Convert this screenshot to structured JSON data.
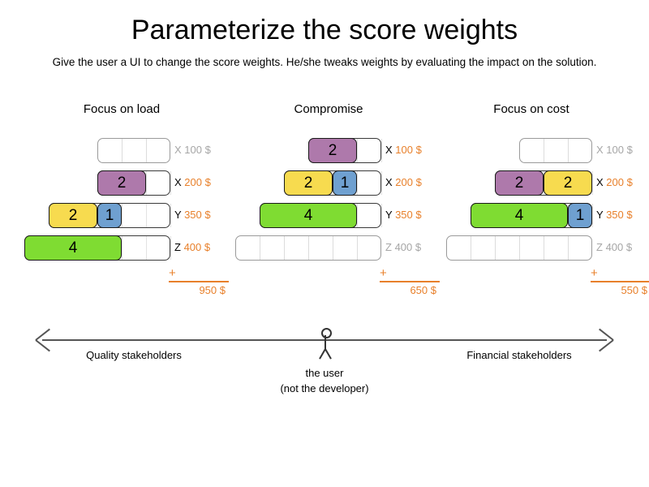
{
  "header": {
    "title": "Parameterize the score weights",
    "subtitle": "Give the user a UI to change the score weights. He/she tweaks weights by evaluating the impact on the solution."
  },
  "colors": {
    "purple": "#AE79AB",
    "yellow": "#F7DB4F",
    "blue": "#6FA0D0",
    "green": "#7FDC32",
    "orange": "#E8802B",
    "dim": "#a6a6a6",
    "track_border": "#3a3a3a",
    "axis": "#555555"
  },
  "columns": [
    {
      "heading": "Focus on load",
      "rows": [
        {
          "letter": "X",
          "price": "100 $",
          "dim": true,
          "cells": 3,
          "segments": []
        },
        {
          "letter": "X",
          "price": "200 $",
          "dim": false,
          "cells": 3,
          "segments": [
            {
              "value": "2",
              "span": 2,
              "color": "purple"
            }
          ]
        },
        {
          "letter": "Y",
          "price": "350 $",
          "dim": false,
          "cells": 5,
          "segments": [
            {
              "value": "2",
              "span": 2,
              "color": "yellow"
            },
            {
              "value": "1",
              "span": 1,
              "color": "blue"
            }
          ]
        },
        {
          "letter": "Z",
          "price": "400 $",
          "dim": false,
          "cells": 6,
          "segments": [
            {
              "value": "4",
              "span": 4,
              "color": "green"
            }
          ]
        }
      ],
      "sum_sign": "+",
      "sum_total": "950 $"
    },
    {
      "heading": "Compromise",
      "rows": [
        {
          "letter": "X",
          "price": "100 $",
          "dim": false,
          "cells": 3,
          "segments": [
            {
              "value": "2",
              "span": 2,
              "color": "purple"
            }
          ]
        },
        {
          "letter": "X",
          "price": "200 $",
          "dim": false,
          "cells": 4,
          "segments": [
            {
              "value": "2",
              "span": 2,
              "color": "yellow"
            },
            {
              "value": "1",
              "span": 1,
              "color": "blue"
            }
          ]
        },
        {
          "letter": "Y",
          "price": "350 $",
          "dim": false,
          "cells": 5,
          "segments": [
            {
              "value": "4",
              "span": 4,
              "color": "green"
            }
          ]
        },
        {
          "letter": "Z",
          "price": "400 $",
          "dim": true,
          "cells": 6,
          "segments": []
        }
      ],
      "sum_sign": "+",
      "sum_total": "650 $"
    },
    {
      "heading": "Focus on cost",
      "rows": [
        {
          "letter": "X",
          "price": "100 $",
          "dim": true,
          "cells": 3,
          "segments": []
        },
        {
          "letter": "X",
          "price": "200 $",
          "dim": false,
          "cells": 4,
          "segments": [
            {
              "value": "2",
              "span": 2,
              "color": "purple"
            },
            {
              "value": "2",
              "span": 2,
              "color": "yellow"
            }
          ]
        },
        {
          "letter": "Y",
          "price": "350 $",
          "dim": false,
          "cells": 5,
          "segments": [
            {
              "value": "4",
              "span": 4,
              "color": "green"
            },
            {
              "value": "1",
              "span": 1,
              "color": "blue"
            }
          ]
        },
        {
          "letter": "Z",
          "price": "400 $",
          "dim": true,
          "cells": 6,
          "segments": []
        }
      ],
      "sum_sign": "+",
      "sum_total": "550 $"
    }
  ],
  "axis": {
    "left_label": "Quality stakeholders",
    "right_label": "Financial stakeholders",
    "user_caption_line1": "the user",
    "user_caption_line2": "(not the developer)"
  }
}
